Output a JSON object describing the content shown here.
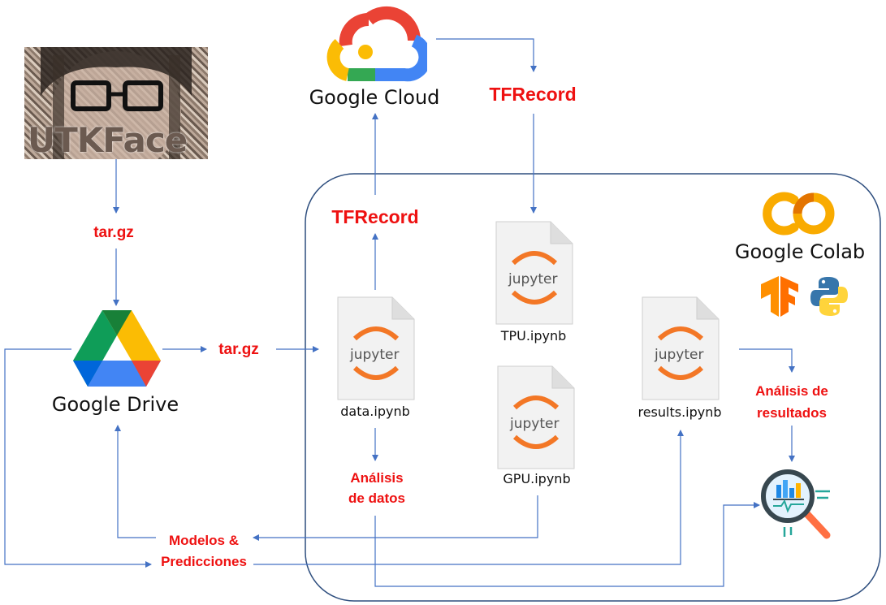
{
  "sources": {
    "utkface_logo_text": "UTKFace",
    "google_cloud_label": "Google Cloud",
    "google_drive_label": "Google Drive",
    "google_colab_label": "Google Colab"
  },
  "formats": {
    "targz_top": "tar.gz",
    "targz_mid": "tar.gz",
    "tfrecord_top": "TFRecord",
    "tfrecord_inner": "TFRecord"
  },
  "notebooks": {
    "brand": "jupyter",
    "data": "data.ipynb",
    "tpu": "TPU.ipynb",
    "gpu": "GPU.ipynb",
    "results": "results.ipynb"
  },
  "outputs": {
    "analisis_datos_1": "Análisis",
    "analisis_datos_2": "de datos",
    "analisis_resultados_1": "Análisis de",
    "analisis_resultados_2": "resultados",
    "modelos_1": "Modelos &",
    "modelos_2": "Predicciones"
  },
  "colors": {
    "arrow": "#4472c4",
    "box_border": "#2f4f7f",
    "red_label": "#ee1111",
    "jupyter_orange": "#f37726",
    "colab_orange": "#f9ab00",
    "colab_dark": "#e37400"
  }
}
